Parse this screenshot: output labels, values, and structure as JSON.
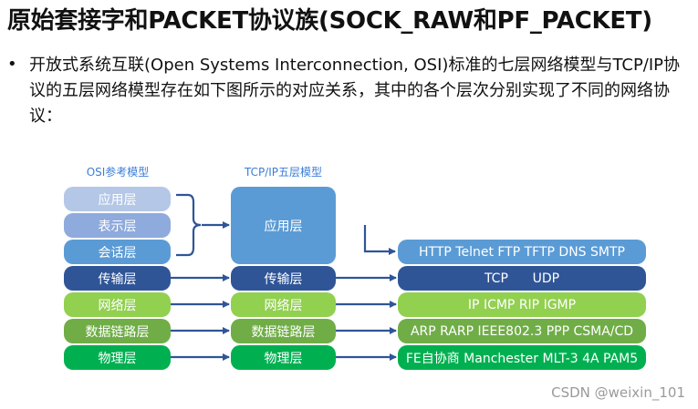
{
  "title": "原始套接字和PACKET协议族(SOCK_RAW和PF_PACKET)",
  "paragraph": "开放式系统互联(Open Systems Interconnection, OSI)标准的七层网络模型与TCP/IP协议的五层网络模型存在如下图所示的对应关系，其中的各个层次分别实现了不同的网络协议：",
  "osi_label": "OSI参考模型",
  "tcpip_label": "TCP/IP五层模型",
  "osi_layers": {
    "application": "应用层",
    "presentation": "表示层",
    "session": "会话层",
    "transport": "传输层",
    "network": "网络层",
    "datalink": "数据链路层",
    "physical": "物理层"
  },
  "tcpip_layers": {
    "application": "应用层",
    "transport": "传输层",
    "network": "网络层",
    "datalink": "数据链路层",
    "physical": "物理层"
  },
  "protocols": {
    "application": "HTTP Telnet FTP TFTP DNS SMTP",
    "transport": "TCP      UDP",
    "network": "IP ICMP RIP IGMP",
    "datalink": "ARP RARP IEEE802.3 PPP CSMA/CD",
    "physical": "FE自协商 Manchester MLT-3 4A PAM5"
  },
  "colors": {
    "application_light1": "#b4c7e7",
    "application_light2": "#8faadc",
    "session": "#5b9bd5",
    "tcpip_application": "#5b9bd5",
    "transport": "#2f5597",
    "network": "#92d050",
    "datalink": "#70ad47",
    "physical": "#00b050",
    "arrow": "#2f5597"
  },
  "watermark": "CSDN @weixin_101"
}
